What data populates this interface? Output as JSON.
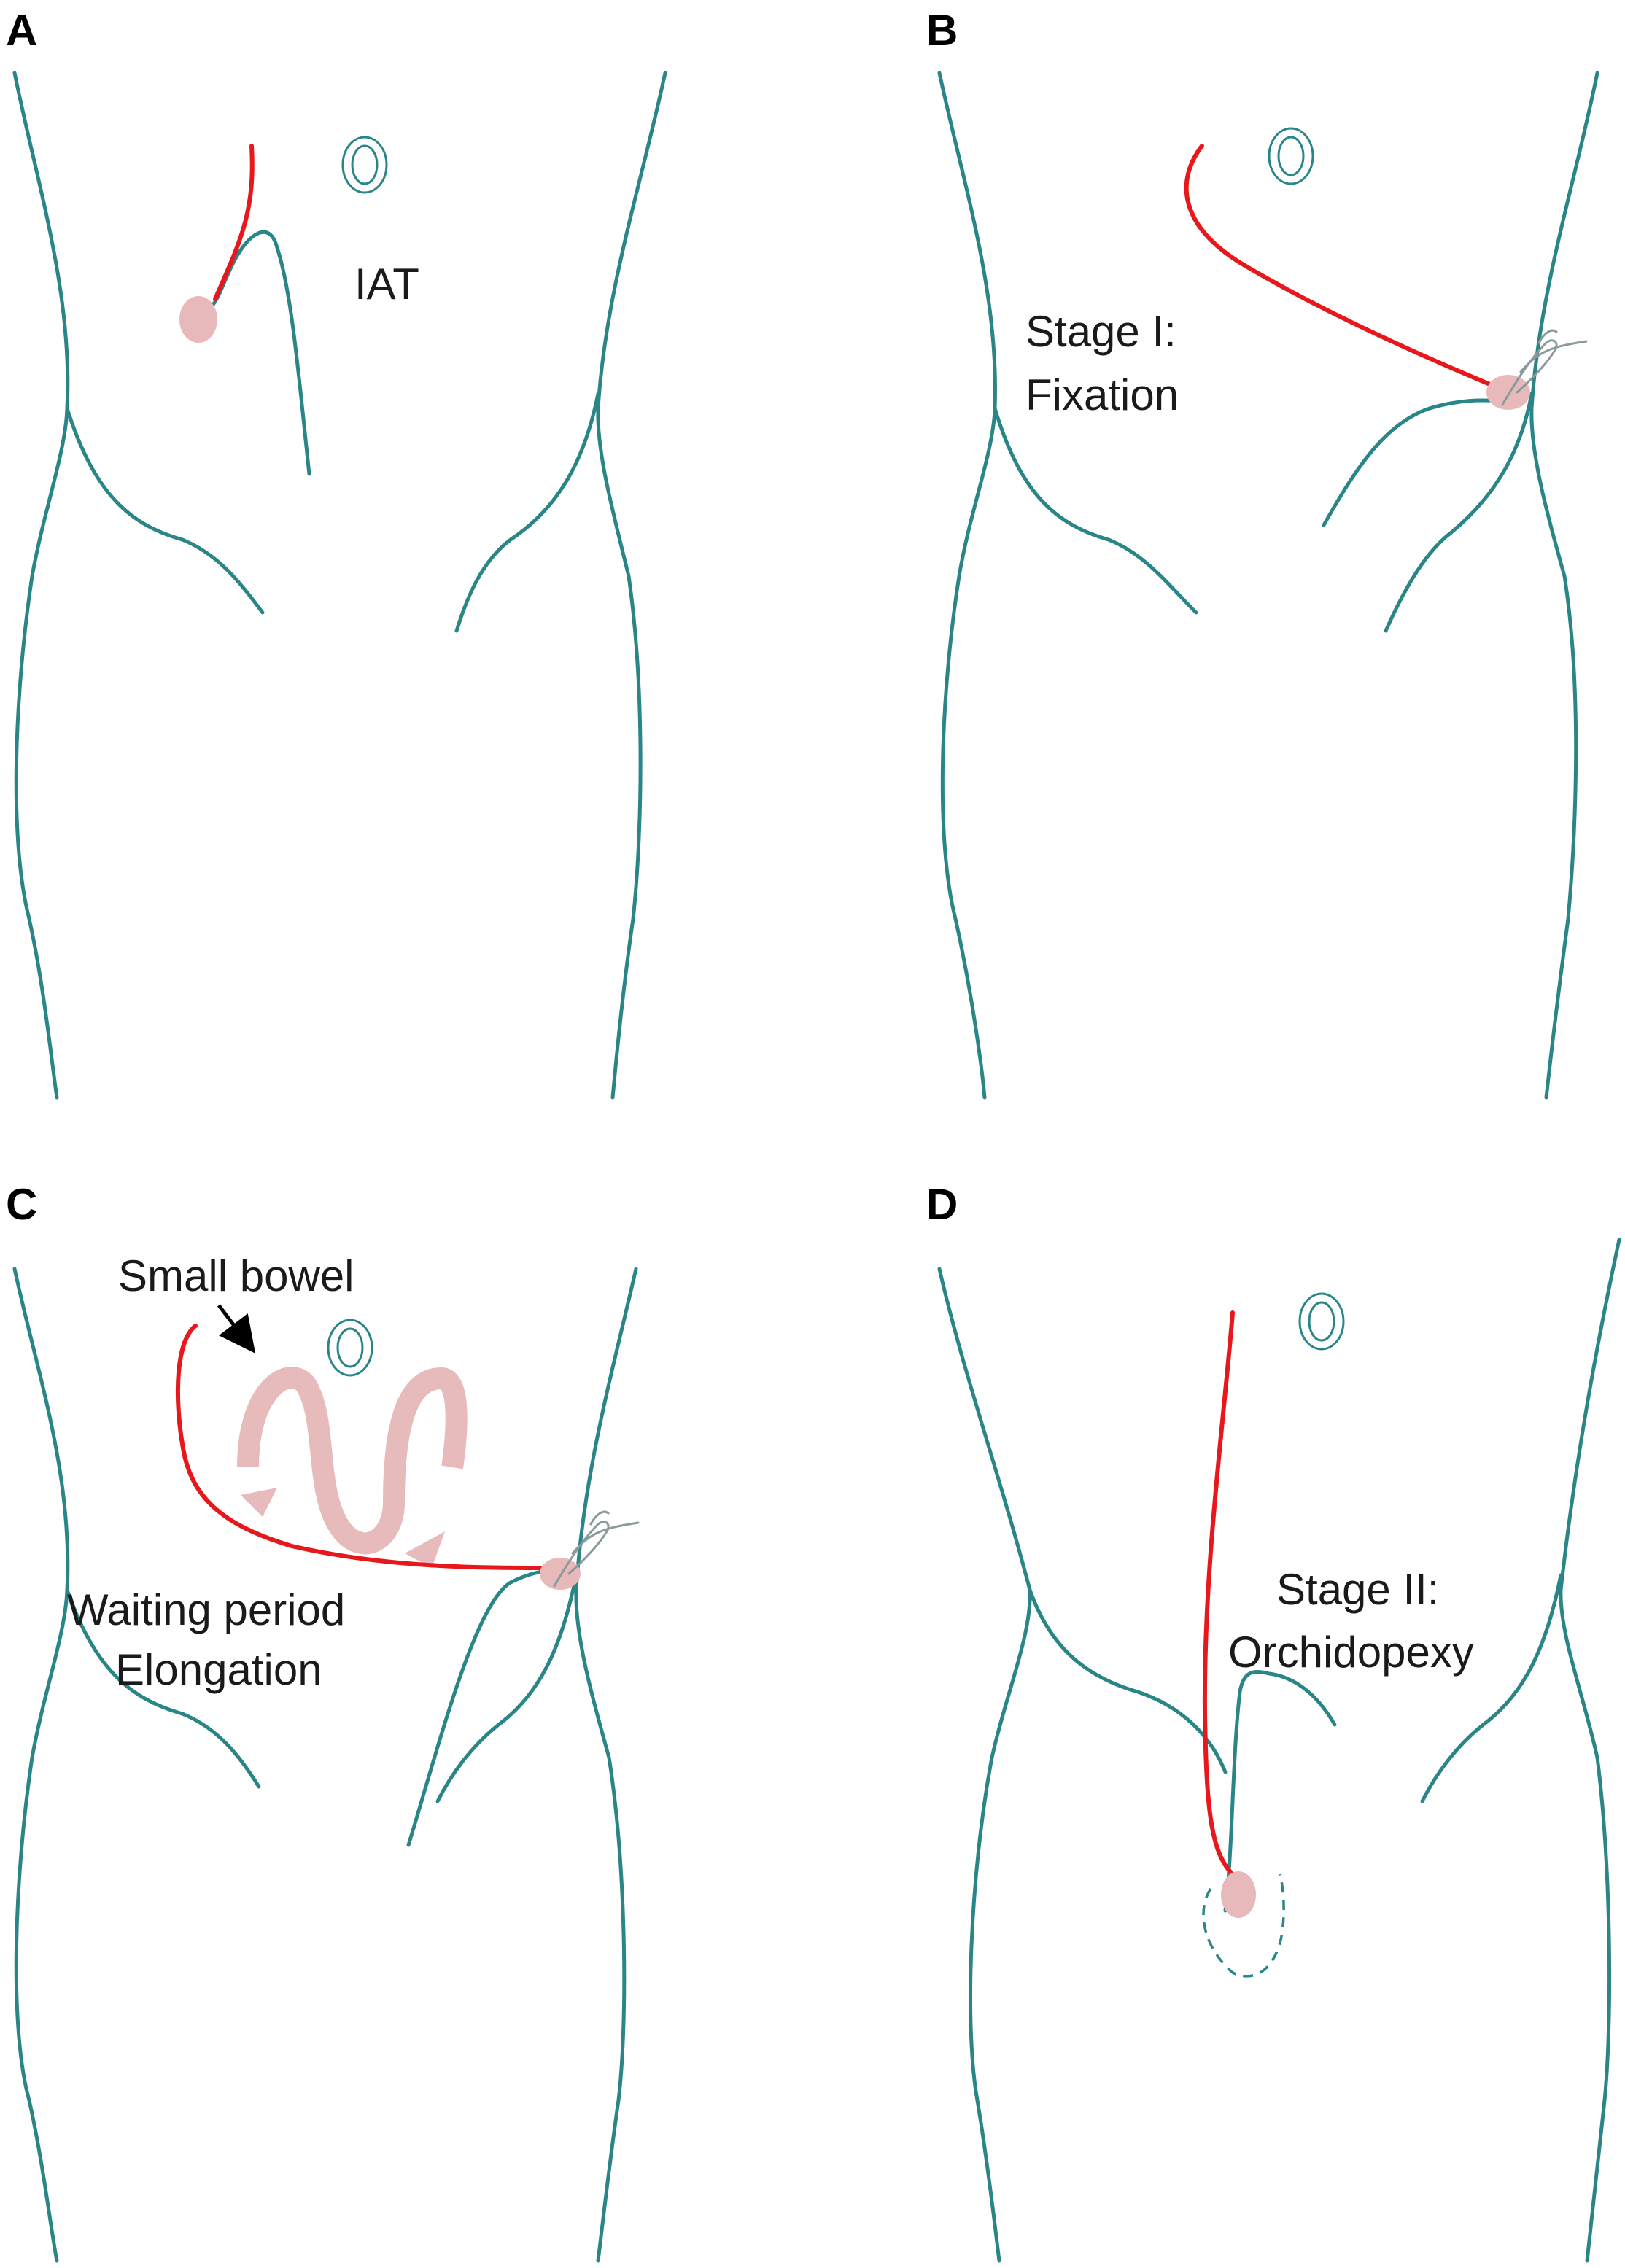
{
  "panels": [
    {
      "letter": "A",
      "labels": [
        "IAT"
      ]
    },
    {
      "letter": "B",
      "labels": [
        "Stage I:",
        "Fixation"
      ]
    },
    {
      "letter": "C",
      "labels": [
        "Small bowel",
        "Waiting period",
        "Elongation"
      ]
    },
    {
      "letter": "D",
      "labels": [
        "Stage II:",
        "Orchidopexy"
      ]
    }
  ],
  "colors": {
    "outline": "#2a8587",
    "cord": "#e8171c",
    "testis": "#e8b9bb",
    "bowel": "#e7babb"
  }
}
